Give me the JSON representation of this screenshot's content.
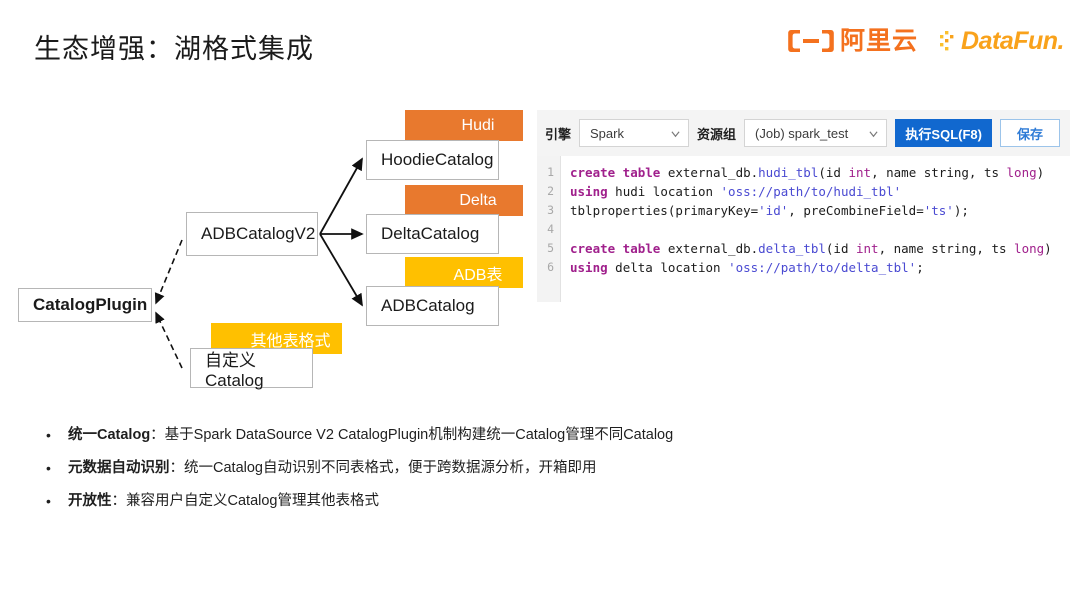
{
  "header": {
    "title": "生态增强：湖格式集成",
    "logos": [
      {
        "name": "aliyun-logo",
        "text": "阿里云",
        "color": "#F4711E"
      },
      {
        "name": "datafun-logo",
        "text": "DataFun.",
        "color": "#F9A21B"
      }
    ]
  },
  "diagram": {
    "nodes": [
      {
        "id": "catalog-plugin",
        "label": "CatalogPlugin",
        "bold": true
      },
      {
        "id": "adb-catalog-v2",
        "label": "ADBCatalogV2",
        "bold": false
      },
      {
        "id": "hoodie-catalog",
        "label": "HoodieCatalog",
        "bold": false
      },
      {
        "id": "delta-catalog",
        "label": "DeltaCatalog",
        "bold": false
      },
      {
        "id": "adb-catalog",
        "label": "ADBCatalog",
        "bold": false
      },
      {
        "id": "custom-catalog",
        "label": "自定义Catalog",
        "bold": false
      }
    ],
    "tags": [
      {
        "id": "tag-hudi",
        "label": "Hudi",
        "color": "#E8792E"
      },
      {
        "id": "tag-delta",
        "label": "Delta",
        "color": "#E8792E"
      },
      {
        "id": "tag-adb",
        "label": "ADB表",
        "color": "#FFC000"
      },
      {
        "id": "tag-other",
        "label": "其他表格式",
        "color": "#FFC000"
      }
    ]
  },
  "sql_editor": {
    "toolbar": {
      "engine_label": "引擎",
      "engine_value": "Spark",
      "resource_label": "资源组",
      "resource_value": "(Job) spark_test",
      "run_button": "执行SQL(F8)",
      "save_button": "保存",
      "run_button_color": "#1168CF"
    },
    "lines": [
      {
        "n": "1",
        "text": "create table external_db.hudi_tbl(id int, name string, ts long)"
      },
      {
        "n": "2",
        "text": "using hudi location 'oss://path/to/hudi_tbl'"
      },
      {
        "n": "3",
        "text": "tblproperties(primaryKey='id', preCombineField='ts');"
      },
      {
        "n": "4",
        "text": ""
      },
      {
        "n": "5",
        "text": "create table external_db.delta_tbl(id int, name string, ts long)"
      },
      {
        "n": "6",
        "text": "using delta location 'oss://path/to/delta_tbl';"
      }
    ]
  },
  "bullets": [
    {
      "dot": "•",
      "strong": "统一Catalog",
      "rest": "：基于Spark DataSource V2 CatalogPlugin机制构建统一Catalog管理不同Catalog"
    },
    {
      "dot": "•",
      "strong": "元数据自动识别",
      "rest": "：统一Catalog自动识别不同表格式，便于跨数据源分析，开箱即用"
    },
    {
      "dot": "•",
      "strong": "开放性",
      "rest": "：兼容用户自定义Catalog管理其他表格式"
    }
  ]
}
